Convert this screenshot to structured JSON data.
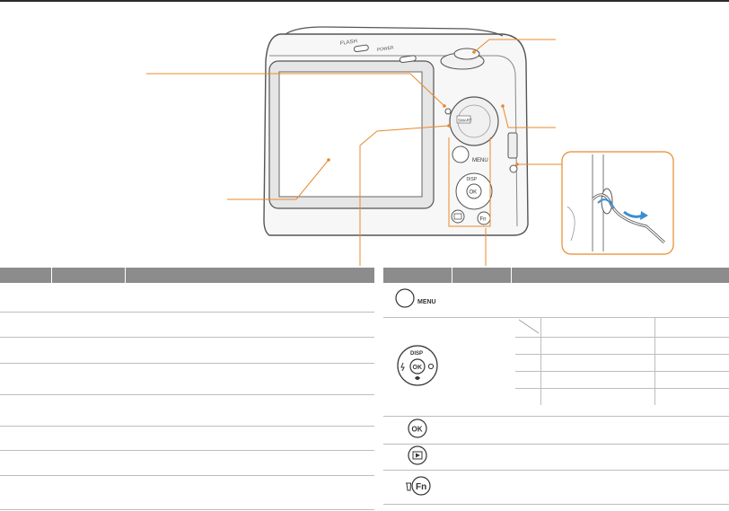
{
  "colors": {
    "callout_line": "#e8892b",
    "table_header": "#8c8c8c",
    "table_rule": "#bdbdbd",
    "camera_outline": "#555555"
  },
  "camera": {
    "top_labels": {
      "flash": "FLASH",
      "power": "POWER"
    },
    "mode_dial_label": "SMART",
    "buttons": {
      "menu": "MENU",
      "disp": "DISP",
      "ok": "OK",
      "fn": "Fn"
    }
  },
  "table_right_icons": {
    "menu_icon_label": "MENU",
    "nav_disp": "DISP",
    "nav_ok": "OK",
    "ok_button": "OK",
    "fn_button": "Fn"
  }
}
